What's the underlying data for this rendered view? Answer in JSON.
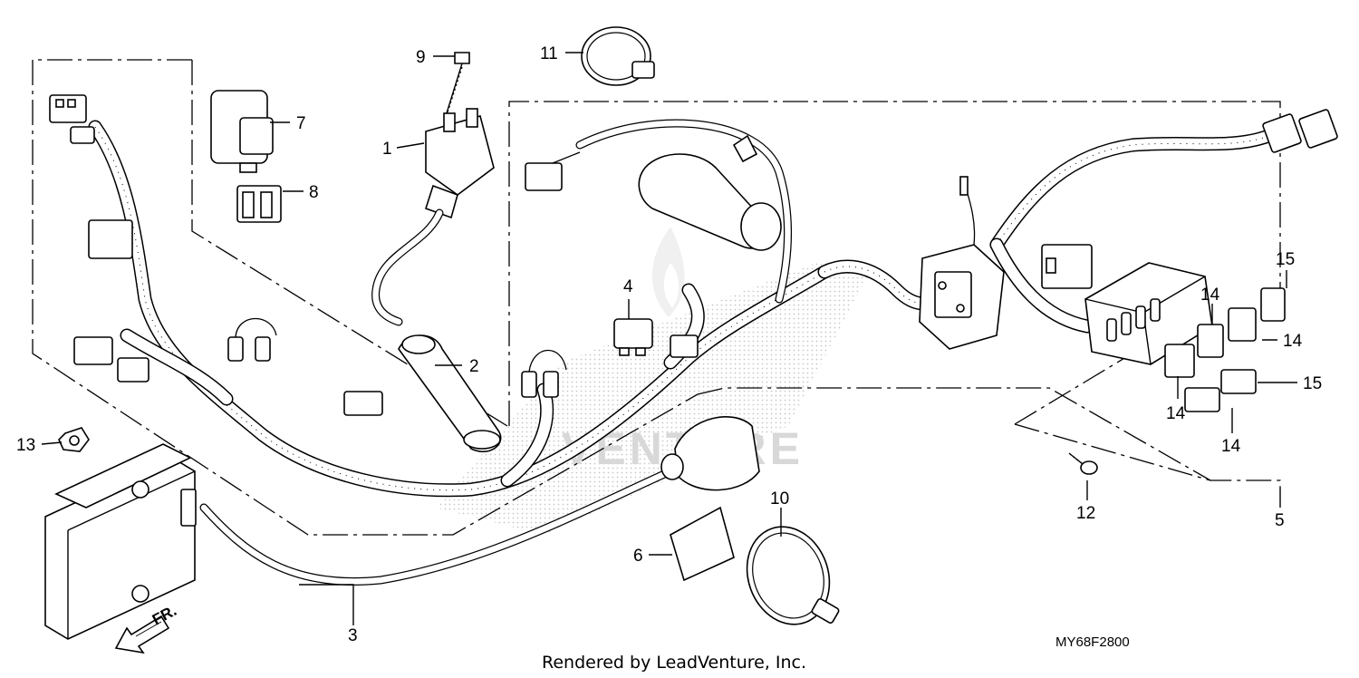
{
  "callouts": {
    "c1": "1",
    "c2": "2",
    "c3": "3",
    "c4": "4",
    "c5": "5",
    "c6": "6",
    "c7": "7",
    "c8": "8",
    "c9": "9",
    "c10": "10",
    "c11": "11",
    "c12": "12",
    "c13": "13",
    "c14a": "14",
    "c14b": "14",
    "c14c": "14",
    "c14d": "14",
    "c15a": "15",
    "c15b": "15"
  },
  "diagram_code": "MY68F2800",
  "credit": "Rendered by LeadVenture, Inc.",
  "front_marker": "FR.",
  "watermark": "VENTURE",
  "icons": {
    "front_arrow": "arrow-left-down-icon",
    "watermark_logo": "flame-logo-icon"
  },
  "colors": {
    "line": "#000000",
    "background": "#ffffff",
    "watermark": "#d8d8d8"
  }
}
